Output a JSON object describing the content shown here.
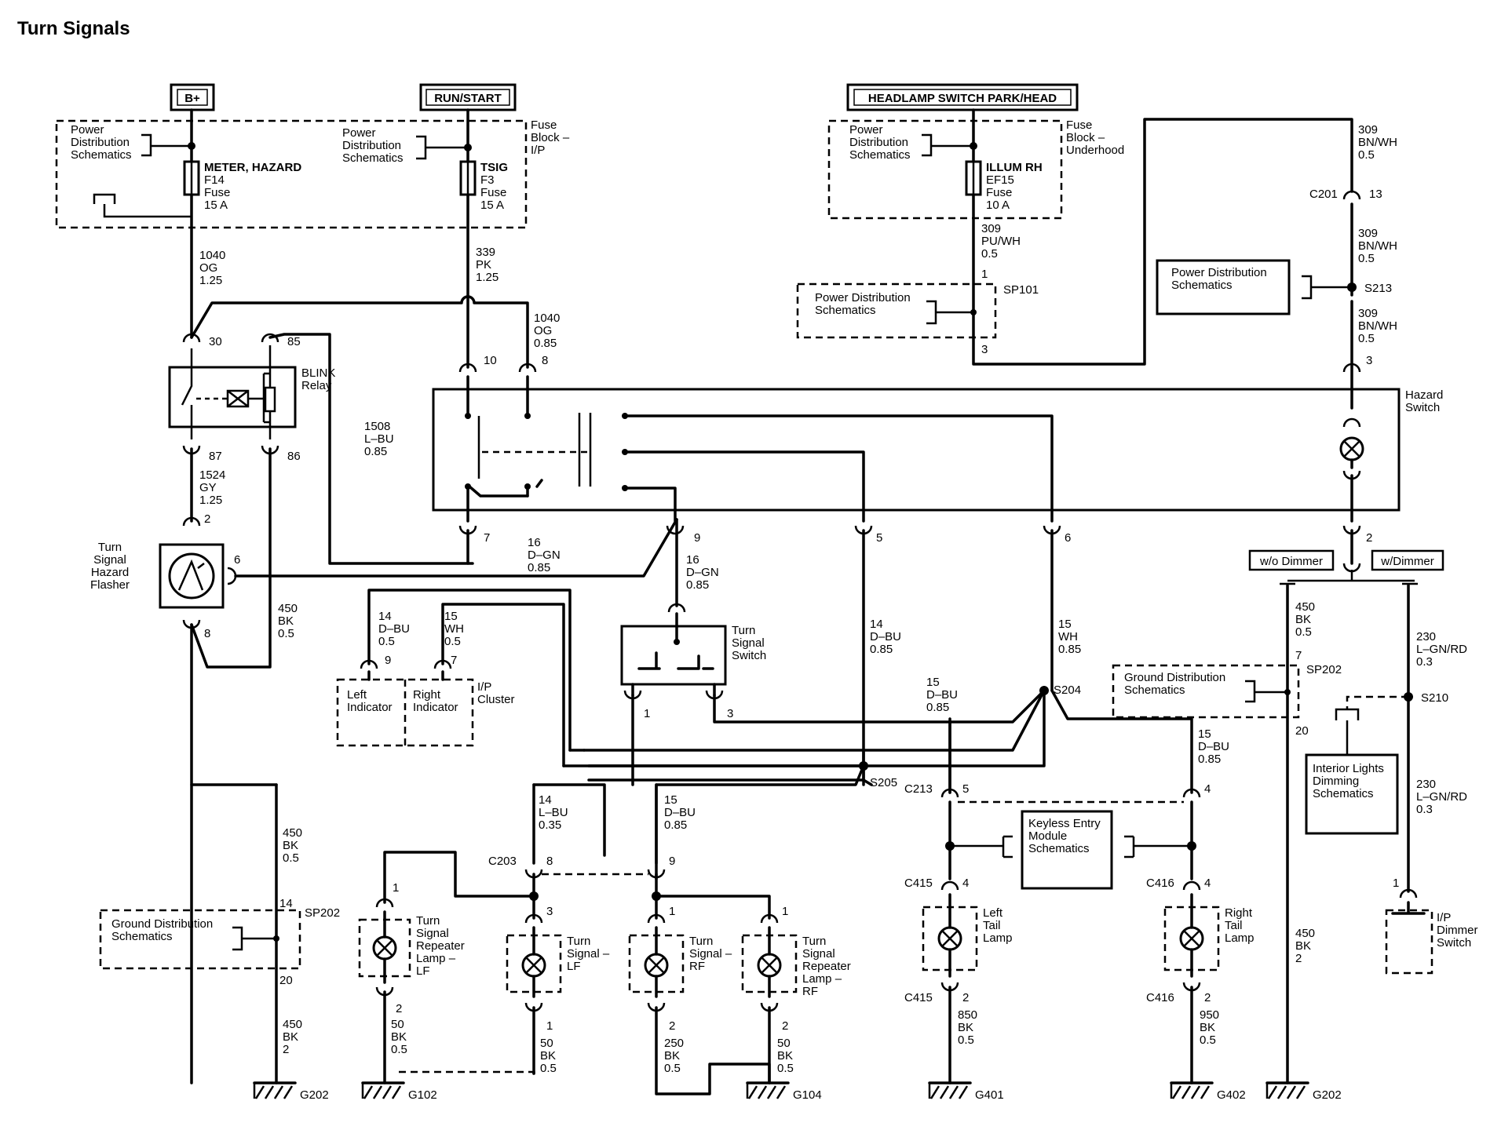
{
  "title": "Turn Signals",
  "sources": {
    "bplus": "B+",
    "runstart": "RUN/START",
    "headlamp": "HEADLAMP SWITCH PARK/HEAD"
  },
  "fuse_block_ip": {
    "label": [
      "Fuse",
      "Block –",
      "I/P"
    ],
    "power_dist_left": [
      "Power",
      "Distribution",
      "Schematics"
    ],
    "power_dist_mid": [
      "Power",
      "Distribution",
      "Schematics"
    ],
    "f14": [
      "METER, HAZARD",
      "F14",
      "Fuse",
      "15 A"
    ],
    "f3": [
      "TSIG",
      "F3",
      "Fuse",
      "15 A"
    ]
  },
  "fuse_block_underhood": {
    "label": [
      "Fuse",
      "Block –",
      "Underhood"
    ],
    "power_dist": [
      "Power",
      "Distribution",
      "Schematics"
    ],
    "ef15": [
      "ILLUM RH",
      "EF15",
      "Fuse",
      "10 A"
    ]
  },
  "blink_relay": {
    "label": [
      "BLINK",
      "Relay"
    ],
    "pin30": "30",
    "pin85": "85",
    "pin87": "87",
    "pin86": "86"
  },
  "flasher": {
    "label": [
      "Turn",
      "Signal",
      "Hazard",
      "Flasher"
    ],
    "pin2": "2",
    "pin6": "6",
    "pin8": "8"
  },
  "hazard_switch": {
    "label": [
      "Hazard",
      "Switch"
    ],
    "pins": [
      "10",
      "8",
      "7",
      "9",
      "5",
      "6",
      "3",
      "2"
    ]
  },
  "turn_signal_switch": {
    "label": [
      "Turn",
      "Signal",
      "Switch"
    ],
    "pin1": "1",
    "pin3": "3"
  },
  "ip_cluster": {
    "label": [
      "I/P",
      "Cluster"
    ],
    "left": [
      "Left",
      "Indicator"
    ],
    "right": [
      "Right",
      "Indicator"
    ],
    "pin9": "9",
    "pin7": "7"
  },
  "wires": {
    "w1040a": [
      "1040",
      "OG",
      "1.25"
    ],
    "w339": [
      "339",
      "PK",
      "1.25"
    ],
    "w1040b": [
      "1040",
      "OG",
      "0.85"
    ],
    "w1508": [
      "1508",
      "L–BU",
      "0.85"
    ],
    "w1524": [
      "1524",
      "GY",
      "1.25"
    ],
    "w450a": [
      "450",
      "BK",
      "0.5"
    ],
    "w16a": [
      "16",
      "D–GN",
      "0.85"
    ],
    "w16b": [
      "16",
      "D–GN",
      "0.85"
    ],
    "w14cl": [
      "14",
      "D–BU",
      "0.5"
    ],
    "w15cl": [
      "15",
      "WH",
      "0.5"
    ],
    "w14a": [
      "14",
      "D–BU",
      "0.85"
    ],
    "w15wh": [
      "15",
      "WH",
      "0.85"
    ],
    "w15dbu": [
      "15",
      "D–BU",
      "0.85"
    ],
    "w15rt": [
      "15",
      "D–BU",
      "0.85"
    ],
    "w14lbu": [
      "14",
      "L–BU",
      "0.35"
    ],
    "w15c203": [
      "15",
      "D–BU",
      "0.85"
    ],
    "w450b": [
      "450",
      "BK",
      "0.5"
    ],
    "w450c": [
      "450",
      "BK",
      "2"
    ],
    "w309a": [
      "309",
      "PU/WH",
      "0.5"
    ],
    "w309b": [
      "309",
      "BN/WH",
      "0.5"
    ],
    "w309c": [
      "309",
      "BN/WH",
      "0.5"
    ],
    "w309d": [
      "309",
      "BN/WH",
      "0.5"
    ],
    "w450d": [
      "450",
      "BK",
      "0.5"
    ],
    "w450e": [
      "450",
      "BK",
      "2"
    ],
    "w230a": [
      "230",
      "L–GN/RD",
      "0.3"
    ],
    "w230b": [
      "230",
      "L–GN/RD",
      "0.3"
    ],
    "w50a": [
      "50",
      "BK",
      "0.5"
    ],
    "w50b": [
      "50",
      "BK",
      "0.5"
    ],
    "w250": [
      "250",
      "BK",
      "0.5"
    ],
    "w50c": [
      "50",
      "BK",
      "0.5"
    ],
    "w850": [
      "850",
      "BK",
      "0.5"
    ],
    "w950": [
      "950",
      "BK",
      "0.5"
    ]
  },
  "splices": {
    "sp202": "SP202",
    "sp101": "SP101",
    "s213": "S213",
    "s204": "S204",
    "s205": "S205",
    "sp202r": "SP202",
    "s210": "S210"
  },
  "connectors": {
    "c201": "C201",
    "c201pin": "13",
    "sp101pin1": "1",
    "sp101pin3": "3",
    "sp202pin14": "14",
    "sp202pin20": "20",
    "c203": "C203",
    "c203pin8": "8",
    "c203pin9": "9",
    "c213": "C213",
    "c213pin5": "5",
    "c213pin4": "4",
    "c415a": "C415",
    "c415b": "C415",
    "c416a": "C416",
    "c416b": "C416",
    "sp202rpin7": "7",
    "sp202rpin20": "20"
  },
  "ground_dist_left": [
    "Ground Distribution",
    "Schematics"
  ],
  "ground_dist_right": [
    "Ground Distribution",
    "Schematics"
  ],
  "power_dist_sp101": [
    "Power Distribution",
    "Schematics"
  ],
  "power_dist_s213": [
    "Power Distribution",
    "Schematics"
  ],
  "keyless": [
    "Keyless Entry",
    "Module",
    "Schematics"
  ],
  "interior_lights": [
    "Interior Lights",
    "Dimming",
    "Schematics"
  ],
  "dimmer_options": {
    "without": "w/o Dimmer",
    "with": "w/Dimmer"
  },
  "ip_dimmer_switch": [
    "I/P",
    "Dimmer",
    "Switch"
  ],
  "lamps": {
    "rep_lf": [
      "Turn",
      "Signal",
      "Repeater",
      "Lamp –",
      "LF"
    ],
    "ts_lf": [
      "Turn",
      "Signal –",
      "LF"
    ],
    "ts_rf": [
      "Turn",
      "Signal –",
      "RF"
    ],
    "rep_rf": [
      "Turn",
      "Signal",
      "Repeater",
      "Lamp –",
      "RF"
    ],
    "left_tail": [
      "Left",
      "Tail",
      "Lamp"
    ],
    "right_tail": [
      "Right",
      "Tail",
      "Lamp"
    ]
  },
  "pins": {
    "rep_lf_top": "1",
    "rep_lf_bot": "2",
    "ts_lf_top": "3",
    "ts_lf_bot": "1",
    "ts_rf_top": "1",
    "ts_rf_bot": "2",
    "rep_rf_top": "1",
    "rep_rf_bot": "2",
    "lt_top": "4",
    "lt_bot": "2",
    "rt_top": "4",
    "rt_bot": "2",
    "dimmer_pin": "1"
  },
  "grounds": {
    "g202a": "G202",
    "g102": "G102",
    "g104": "G104",
    "g401": "G401",
    "g402": "G402",
    "g202b": "G202"
  }
}
